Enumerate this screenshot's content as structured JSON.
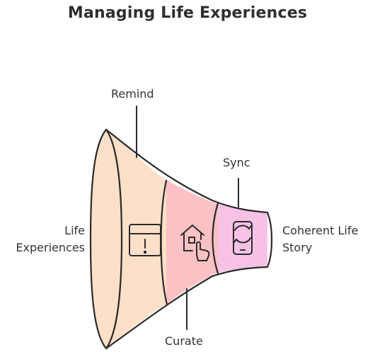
{
  "title": "Managing Life Experiences",
  "labels": {
    "remind": "Remind",
    "sync": "Sync",
    "curate": "Curate",
    "input_line1": "Life",
    "input_line2": "Experiences",
    "output_line1": "Coherent Life",
    "output_line2": "Story"
  },
  "stages": [
    {
      "name": "Remind",
      "icon": "calendar-alert-icon",
      "color": "#fde0c9"
    },
    {
      "name": "Curate",
      "icon": "home-hand-icon",
      "color": "#fcc1c5"
    },
    {
      "name": "Sync",
      "icon": "phone-sync-icon",
      "color": "#f7c2e6"
    }
  ],
  "colors": {
    "outline": "#2b2b2b",
    "text": "#333333"
  }
}
